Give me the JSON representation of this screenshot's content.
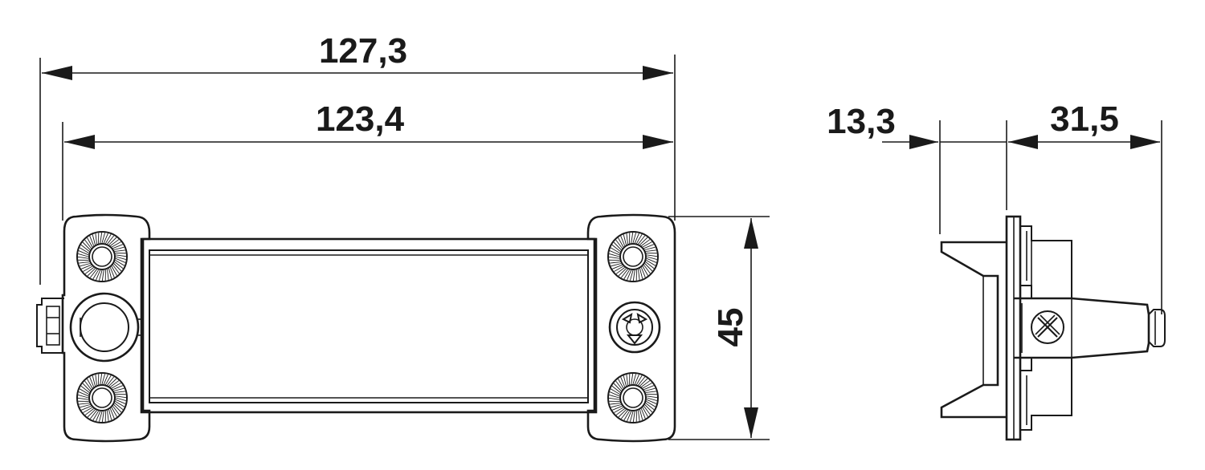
{
  "dimensions": {
    "overall_length": "127,3",
    "inner_length": "123,4",
    "height": "45",
    "front_depth": "13,3",
    "rear_depth": "31,5"
  },
  "colors": {
    "line": "#1a1a1a",
    "background": "#ffffff"
  }
}
